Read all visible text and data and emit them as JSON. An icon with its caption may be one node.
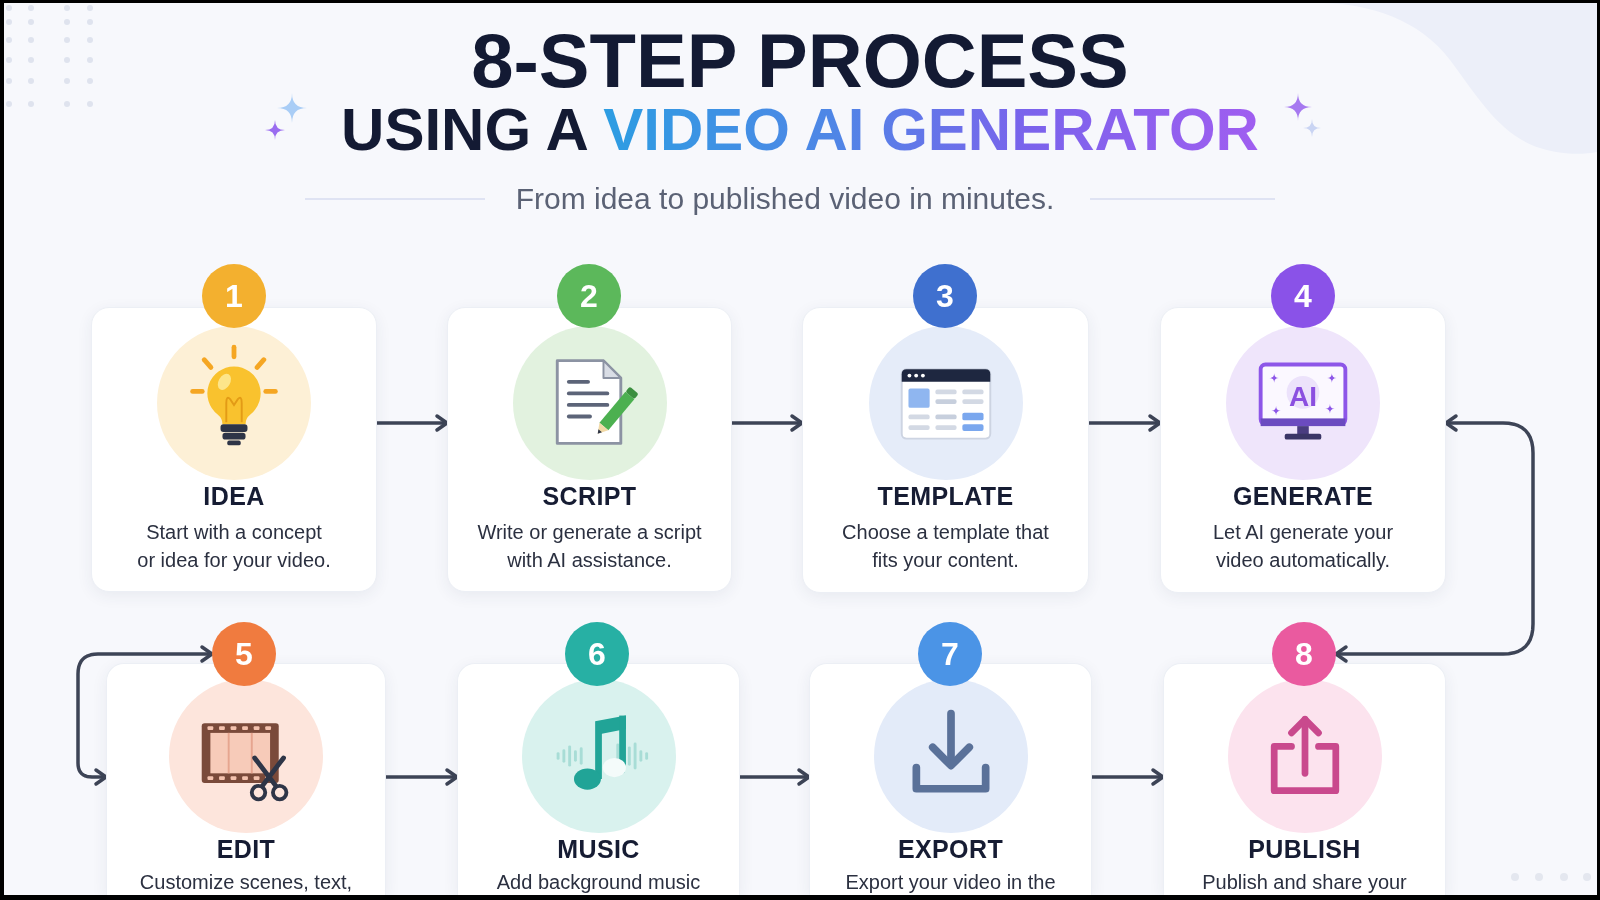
{
  "diagram": {
    "title": "8-STEP PROCESS USING A VIDEO AI GENERATOR",
    "nodes": [
      {
        "text": [
          "1"
        ]
      },
      {
        "text": [
          "IDEA",
          "Start with a concept or idea for your video."
        ]
      },
      {
        "text": [
          "2"
        ]
      },
      {
        "text": [
          "SCRIPT",
          "Write or generate a script with AI assistance."
        ]
      },
      {
        "text": [
          "3"
        ]
      },
      {
        "text": [
          "TEMPLATE",
          "Choose a template that fits your content."
        ]
      },
      {
        "text": [
          "4"
        ]
      },
      {
        "text": [
          "GENERATE",
          "Let AI generate your video automatically."
        ]
      },
      {
        "text": [
          "5"
        ]
      },
      {
        "text": [
          "EDIT",
          "Customize scenes, text,"
        ]
      },
      {
        "text": [
          "6"
        ]
      },
      {
        "text": [
          "MUSIC",
          "Add background music"
        ]
      },
      {
        "text": [
          "7"
        ]
      },
      {
        "text": [
          "EXPORT",
          "Export your video in the"
        ]
      },
      {
        "text": [
          "8"
        ]
      },
      {
        "text": [
          "PUBLISH",
          "Publish and share your"
        ]
      }
    ],
    "edges": [
      {
        "from": 1,
        "to": 3,
        "arrow": "to"
      },
      {
        "from": 3,
        "to": 5,
        "arrow": "to"
      },
      {
        "from": 5,
        "to": 7,
        "arrow": "to"
      },
      {
        "from": 7,
        "to": 14,
        "arrow": "both"
      },
      {
        "from": 8,
        "to": 9,
        "arrow": "both"
      },
      {
        "from": 9,
        "to": 11,
        "arrow": "to"
      },
      {
        "from": 11,
        "to": 13,
        "arrow": "to"
      },
      {
        "from": 13,
        "to": 15,
        "arrow": "to"
      }
    ],
    "labels": [
      "From idea to published video in minutes.",
      "AI"
    ]
  }
}
